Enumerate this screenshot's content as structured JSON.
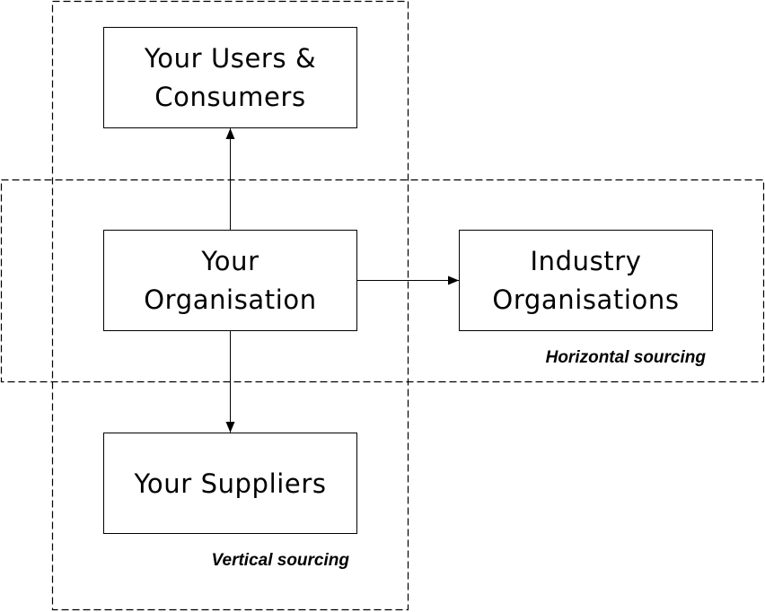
{
  "nodes": {
    "users": {
      "line1": "Your Users &",
      "line2": "Consumers"
    },
    "organisation": {
      "line1": "Your",
      "line2": "Organisation"
    },
    "industry": {
      "line1": "Industry",
      "line2": "Organisations"
    },
    "suppliers": {
      "line1": "Your Suppliers"
    }
  },
  "regions": {
    "horizontal": {
      "label": "Horizontal sourcing"
    },
    "vertical": {
      "label": "Vertical sourcing"
    }
  },
  "colors": {
    "stroke": "#000000",
    "background": "#ffffff"
  }
}
